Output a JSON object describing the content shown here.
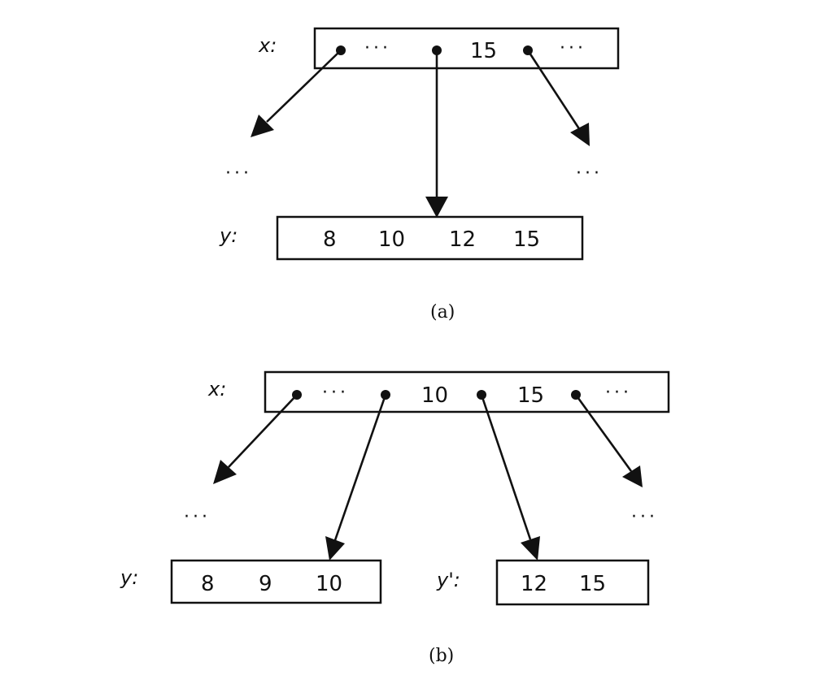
{
  "panel_a": {
    "caption": "(a)",
    "parent_label": "x:",
    "parent_keys": [
      "···",
      "15",
      "···"
    ],
    "child_label": "y:",
    "child_keys": [
      "8",
      "10",
      "12",
      "15"
    ],
    "side_ellipsis_left": "···",
    "side_ellipsis_right": "···"
  },
  "panel_b": {
    "caption": "(b)",
    "parent_label": "x:",
    "parent_keys": [
      "···",
      "10",
      "15",
      "···"
    ],
    "left_child_label": "y:",
    "left_child_keys": [
      "8",
      "9",
      "10"
    ],
    "right_child_label": "y':",
    "right_child_keys": [
      "12",
      "15"
    ],
    "side_ellipsis_left": "···",
    "side_ellipsis_right": "···"
  },
  "colors": {
    "ink": "#111111",
    "background": "#ffffff"
  }
}
